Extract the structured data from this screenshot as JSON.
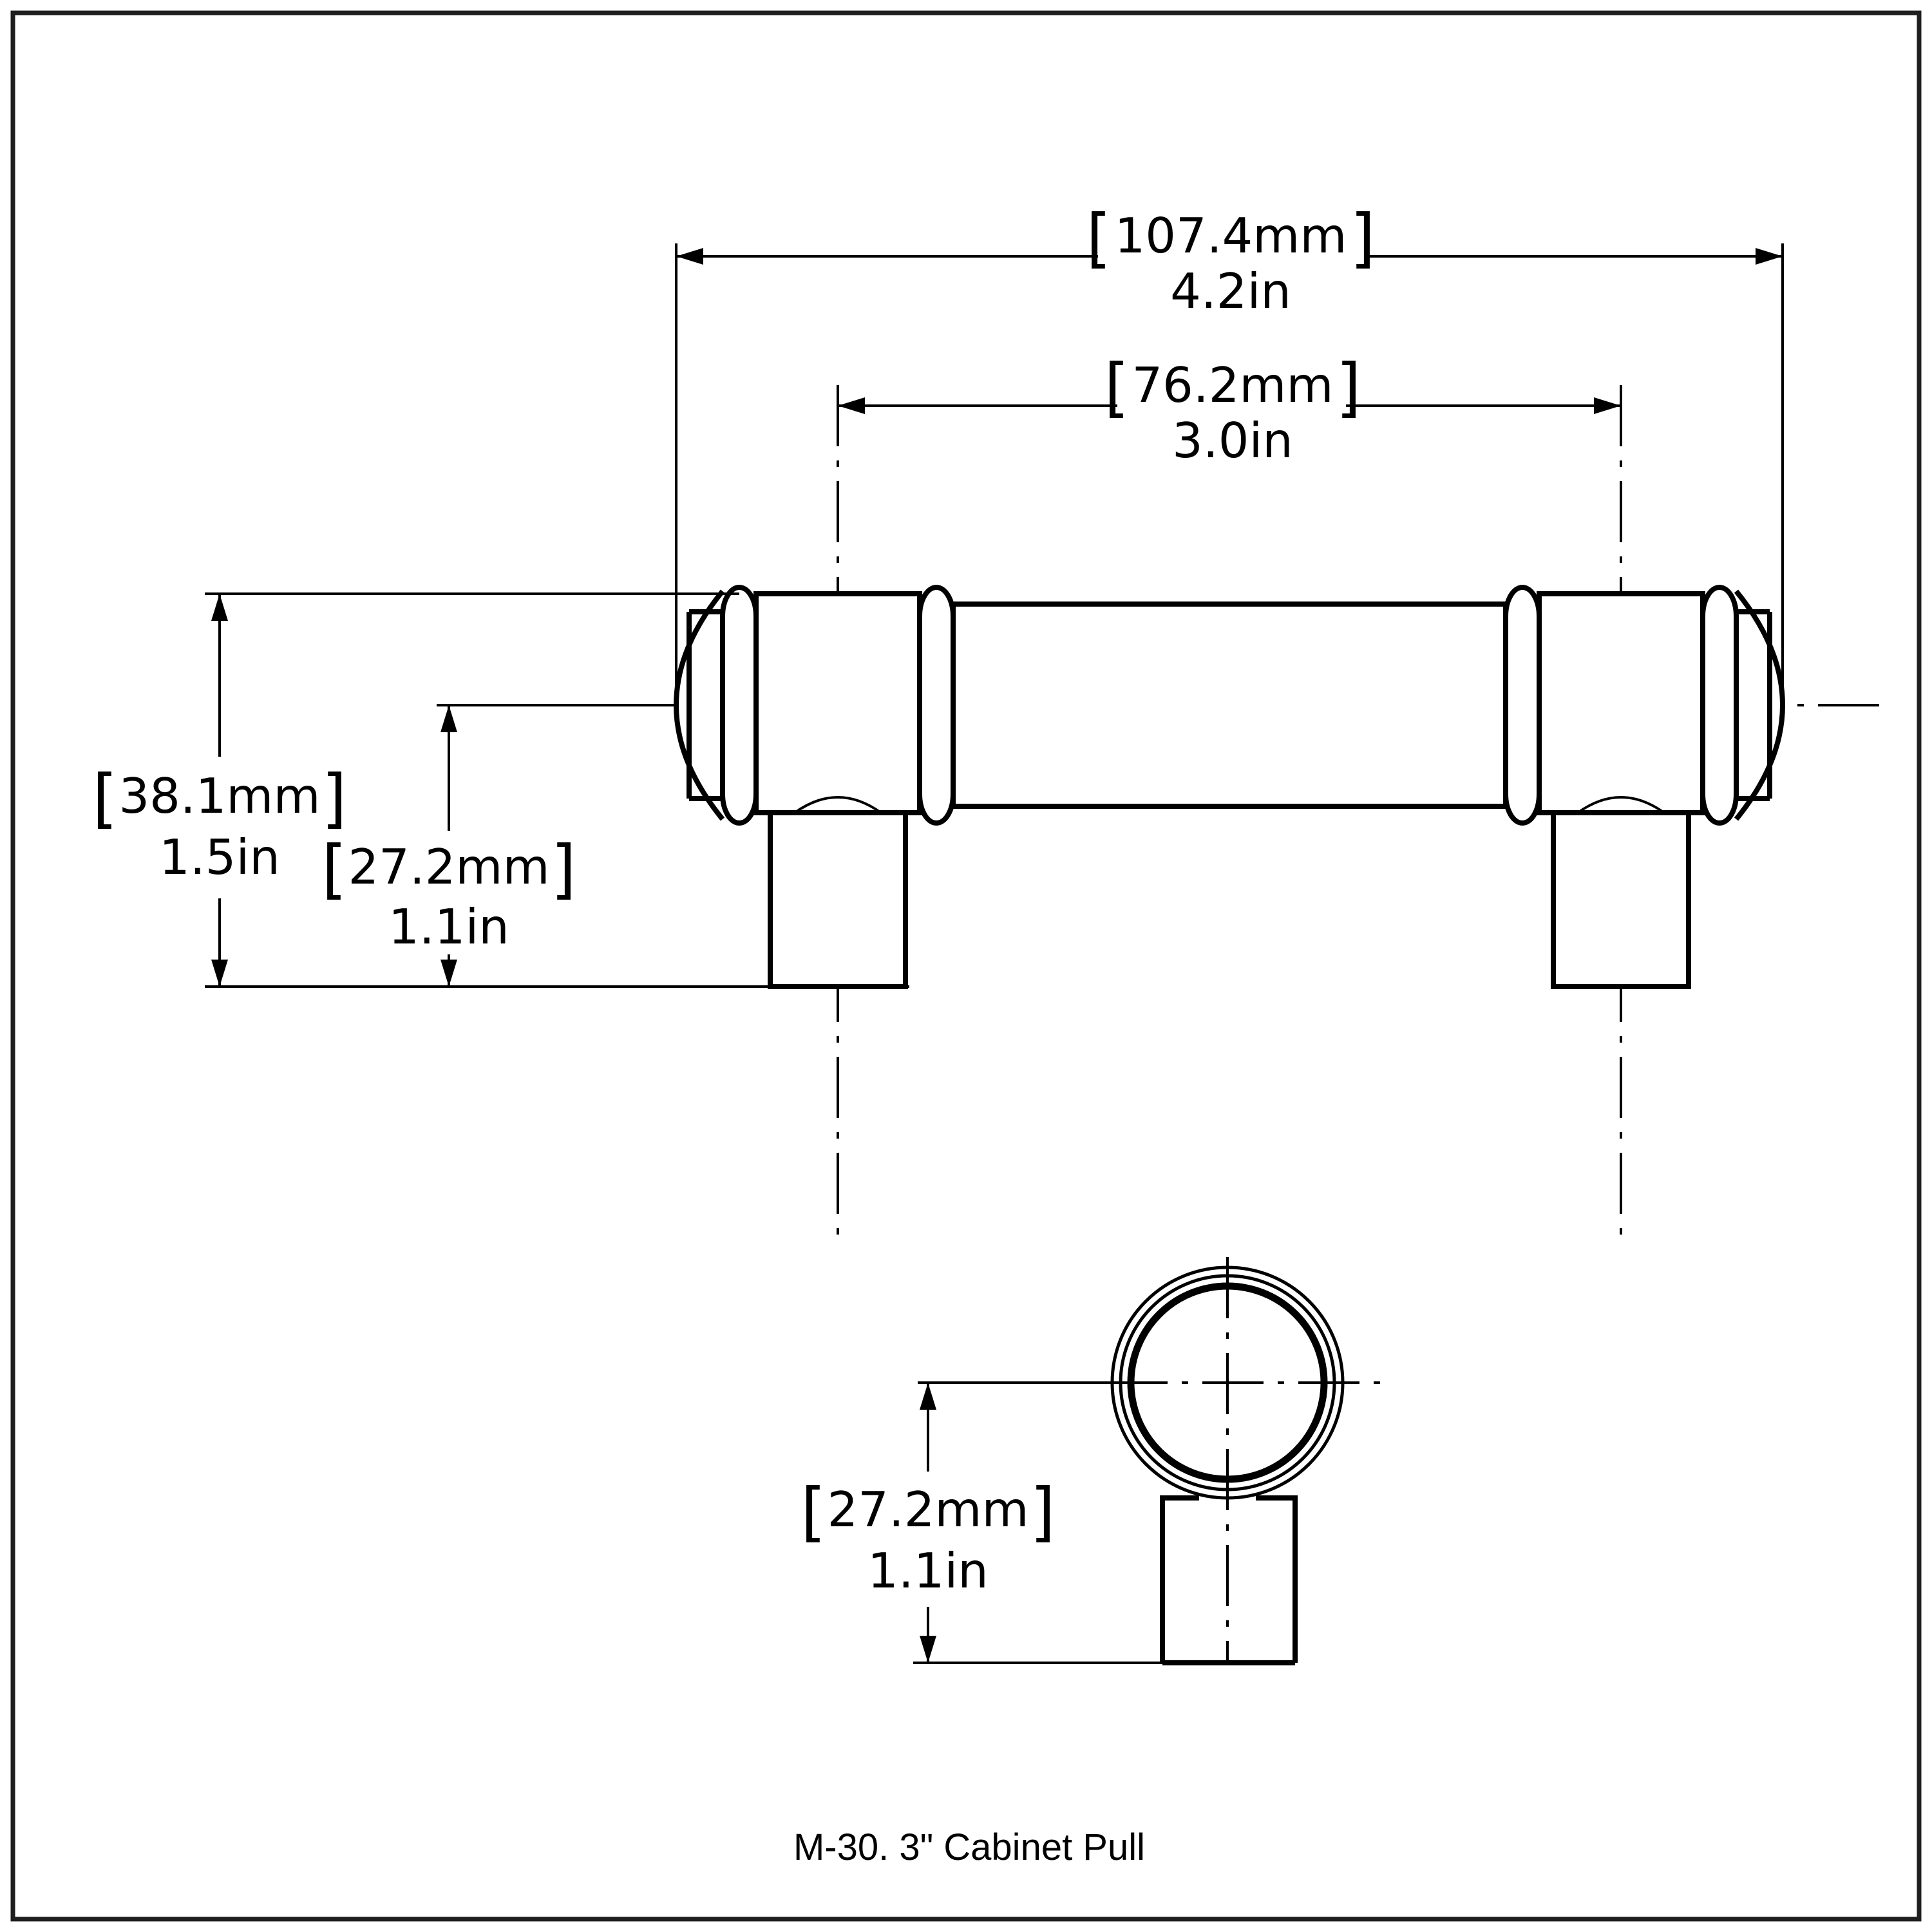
{
  "symbols": {
    "lb": "[",
    "rb": "]"
  },
  "caption": "M-30. 3\" Cabinet Pull",
  "dimensions": {
    "overall_length": {
      "mm": "107.4mm",
      "in": "4.2in"
    },
    "center_to_center": {
      "mm": "76.2mm",
      "in": "3.0in"
    },
    "overall_height": {
      "mm": "38.1mm",
      "in": "1.5in"
    },
    "side_projection": {
      "mm": "27.2mm",
      "in": "1.1in"
    },
    "end_projection": {
      "mm": "27.2mm",
      "in": "1.1in"
    }
  },
  "colors": {
    "line": "#000000",
    "background": "#ffffff",
    "border": "#1f1f1f"
  }
}
